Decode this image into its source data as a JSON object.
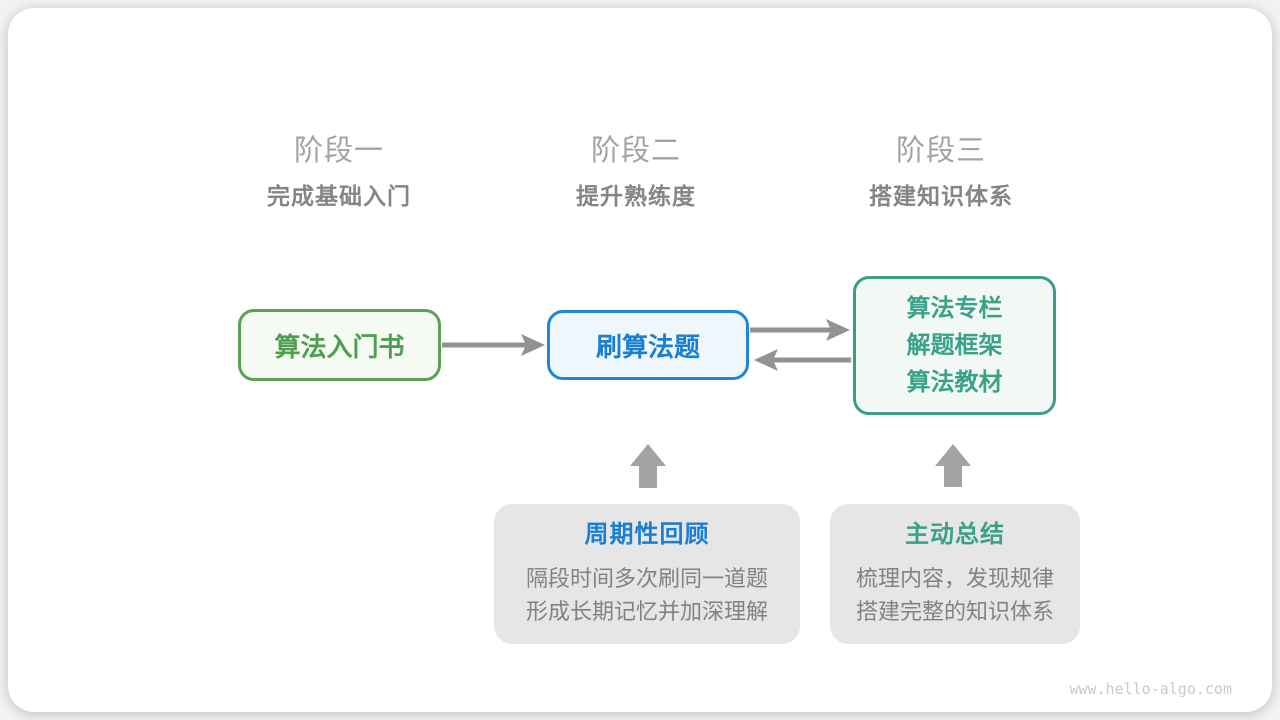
{
  "canvas": {
    "watermark": "www.hello-algo.com"
  },
  "stages": [
    {
      "label": "阶段一",
      "sublabel": "完成基础入门"
    },
    {
      "label": "阶段二",
      "sublabel": "提升熟练度"
    },
    {
      "label": "阶段三",
      "sublabel": "搭建知识体系"
    }
  ],
  "nodes": {
    "intro_book": {
      "label": "算法入门书"
    },
    "practice": {
      "label": "刷算法题"
    },
    "resources": {
      "lines": [
        "算法专栏",
        "解题框架",
        "算法教材"
      ]
    }
  },
  "notes": [
    {
      "title": "周期性回顾",
      "line1": "隔段时间多次刷同一道题",
      "line2": "形成长期记忆并加深理解"
    },
    {
      "title": "主动总结",
      "line1": "梳理内容，发现规律",
      "line2": "搭建完整的知识体系"
    }
  ],
  "colors": {
    "stage_label": "#a3a3a3",
    "stage_sublabel": "#858585",
    "node_green_border": "#5ba253",
    "node_green_fill": "#f5faf2",
    "node_green_text": "#4f9f52",
    "node_blue_border": "#1f86d8",
    "node_blue_fill": "#eff7fd",
    "node_blue_text": "#1a7fd0",
    "node_teal_border": "#3e9c8a",
    "node_teal_fill": "#f2f9f4",
    "node_teal_text": "#3aa289",
    "arrow": "#929292",
    "block_arrow": "#a3a3a3",
    "note_bg": "#e6e6e6",
    "note_title_blue": "#1a7fd2",
    "note_title_teal": "#3aa188",
    "note_body": "#828282",
    "watermark": "#c9c9c9"
  }
}
